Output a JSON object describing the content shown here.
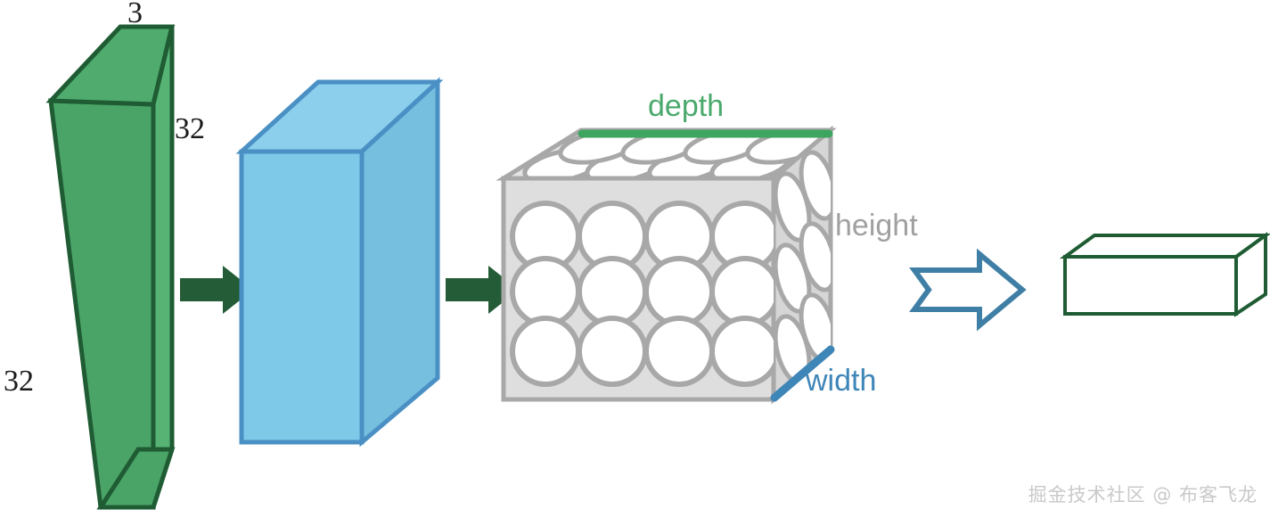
{
  "figure": {
    "title": "CNN volume transformation diagram",
    "background": "#ffffff"
  },
  "colors": {
    "green_fill": "#57b374",
    "green_fill_dark": "#4aa468",
    "green_stroke": "#1f5c33",
    "blue_fill": "#7ec8e8",
    "blue_fill_dark": "#77bfdf",
    "blue_stroke": "#4a90c4",
    "gray_fill": "#dedede",
    "gray_fill_top": "#e4e4e4",
    "gray_fill_side": "#d6d6d6",
    "gray_stroke": "#a8a8a8",
    "arrow_solid": "#235c36",
    "arrow_hollow_stroke": "#3f7ea5",
    "depth_label_color": "#4aa96c",
    "height_label_color": "#a0a0a0",
    "width_label_color": "#3f86b8",
    "output_box_stroke": "#1f5c33",
    "output_box_fill": "#ffffff",
    "watermark_color": "#c9c9c9"
  },
  "shapes": {
    "input_volume": {
      "name": "input-image-volume",
      "color_role": "green",
      "labels": {
        "depth": "3",
        "height": "32",
        "width": "32"
      }
    },
    "hidden_volume": {
      "name": "conv-feature-volume",
      "color_role": "blue"
    },
    "neuron_volume": {
      "name": "neuron-grid-volume",
      "color_role": "gray",
      "front_grid": {
        "cols": 4,
        "rows": 3
      },
      "top_grid": {
        "cols": 4,
        "rows": 2
      },
      "side_grid": {
        "cols": 2,
        "rows": 3
      },
      "labels": {
        "depth": "depth",
        "height": "height",
        "width": "width"
      }
    },
    "output_volume": {
      "name": "output-flat-volume",
      "color_role": "outline-green"
    }
  },
  "arrows": [
    {
      "name": "arrow-input-to-conv",
      "style": "solid"
    },
    {
      "name": "arrow-conv-to-neurons",
      "style": "solid"
    },
    {
      "name": "arrow-neurons-to-output",
      "style": "hollow"
    }
  ],
  "watermark": {
    "text": "掘金技术社区 @ 布客飞龙"
  }
}
